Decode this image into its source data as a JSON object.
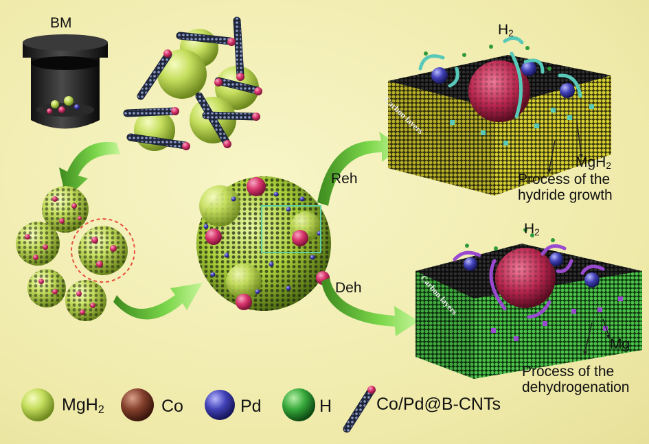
{
  "labels": {
    "bm": "BM",
    "reh": "Reh",
    "deh": "Deh",
    "h2_top": {
      "base": "H",
      "sub": "2"
    },
    "h2_bottom": {
      "base": "H",
      "sub": "2"
    },
    "mgh2_product": {
      "base": "MgH",
      "sub": "2"
    },
    "mg_product": "Mg",
    "carbon_layers_top": "Carbon layers",
    "carbon_layers_bottom": "Carbon layers",
    "hydride_growth": [
      "Process of the",
      "hydride growth"
    ],
    "dehydrogenation": [
      "Process of the",
      "dehydrogenation"
    ]
  },
  "legend": [
    {
      "name": "mgh2",
      "text": "MgH",
      "sub": "2",
      "color": "#b9d35a",
      "icon": "mgh2-sphere-icon"
    },
    {
      "name": "co",
      "text": "Co",
      "sub": "",
      "color": "#7a3a2a",
      "icon": "co-sphere-icon"
    },
    {
      "name": "pd",
      "text": "Pd",
      "sub": "",
      "color": "#3b3ba8",
      "icon": "pd-sphere-icon"
    },
    {
      "name": "h",
      "text": "H",
      "sub": "",
      "color": "#2f9a3a",
      "icon": "h-sphere-icon"
    },
    {
      "name": "cnt",
      "text": "Co/Pd@B-CNTs",
      "sub": "",
      "color": "#3a4a6a",
      "icon": "cnt-tube-icon"
    }
  ],
  "colors": {
    "background": "#f1edb0",
    "mgh2": "#c2dc5e",
    "co": "#d8366e",
    "pd": "#3e3eb0",
    "arrow": "#5fc23a",
    "slab_yellow": "#c9c12a",
    "slab_green": "#3fa63a",
    "teal_arrow": "#58c8b8",
    "purple_arrow": "#9a4ad0"
  }
}
